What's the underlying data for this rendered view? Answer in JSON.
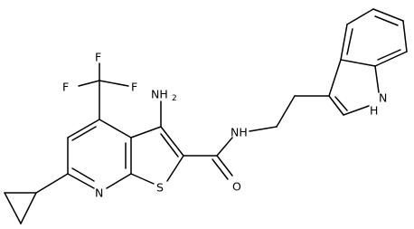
{
  "molecule": {
    "labels": {
      "f_top": "F",
      "f_left": "F",
      "f_right": "F",
      "amino": "NH",
      "amino_sub": "2",
      "amide_n": "NH",
      "carbonyl_o": "O",
      "thiophene_s": "S",
      "pyridine_n": "N",
      "indole_nh": "H",
      "indole_n": "N"
    },
    "colors": {
      "bond": "#000000",
      "text": "#000000",
      "background": "#ffffff"
    }
  }
}
